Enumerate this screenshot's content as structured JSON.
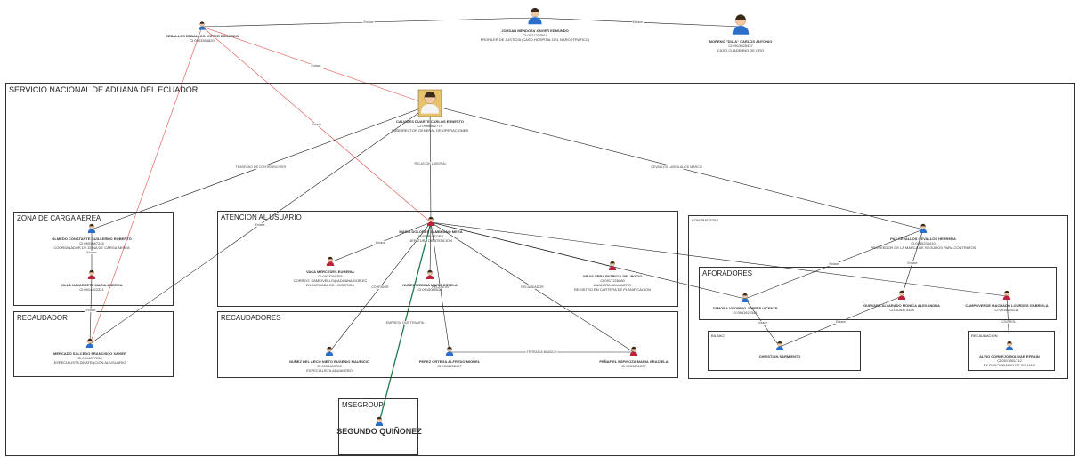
{
  "colors": {
    "male": "#2a6fc9",
    "female": "#c0213a",
    "black_line": "#222222",
    "red_line": "#d9534f",
    "green_line": "#1f7a4a"
  },
  "nodes": {
    "n1": {
      "name": "CEBALLOS ZEBALLOS VICTOR EDUARDO",
      "lines": [
        "CI:0903394820"
      ],
      "icon": "male"
    },
    "n2": {
      "name": "JORDAN MENDOZA XAVIER EDMUNDO",
      "lines": [
        "CI:0921234567",
        "PROFILER DE JUSTICIA (CASO HOSPITAL DEL NARCOTRAFICO)"
      ],
      "icon": "male"
    },
    "n3": {
      "name": "MORENO \"DILIA\" CARLOS ANTONIO",
      "lines": [
        "CI:0913625437",
        "CASO CUADERNO DE ORO"
      ],
      "icon": "male"
    },
    "n4": {
      "name": "CALVIDES DUARTE CARLOS ERNESTO",
      "lines": [
        "CI:0906462779",
        "SUBDIRECTOR GENERAL DE OPERACIONES"
      ],
      "icon": "photo"
    },
    "n5": {
      "name": "OLMEDO CONSTANTE GUILLERMO ROBERTO",
      "lines": [
        "CI:0903687245",
        "COORDINADOR DE ZONA DE CARGA AEREA"
      ],
      "icon": "male"
    },
    "n6": {
      "name": "VILLA NAVARRETE MARIA ANDREA",
      "lines": [
        "CI:0914622321"
      ],
      "icon": "female"
    },
    "n7": {
      "name": "MERCADO SALCEDO FRANCISCO XAVIER",
      "lines": [
        "CI:0914877250",
        "ESPECIALISTA DE ATENCION AL USUARIO"
      ],
      "icon": "male"
    },
    "n8": {
      "name": "MARIA DOLORES ZAMBRANO MERA",
      "lines": [
        "SUPERVISORA",
        "JEFATURA DE ATENCION"
      ],
      "icon": "female"
    },
    "n9": {
      "name": "VACA MERCEDES EUGENIA",
      "lines": [
        "CI:0913261355",
        "CORREO: SAMCIVELLO@ADUANA.GOB.EC",
        "ENCARGADA DE LOGISTICA"
      ],
      "icon": "female"
    },
    "n10": {
      "name": "NUÑEZ MEDINA MARIA ESTELA",
      "lines": [
        "CI:0915080021"
      ],
      "icon": "female"
    },
    "n11": {
      "name": "ARIAS VERA PATRICIA DEL ROCIO",
      "lines": [
        "CI:0917226080",
        "ANALISTA ADUANERO",
        "REGISTRO EN CARTERA DE PLANIFICACION"
      ],
      "icon": "female"
    },
    "n12": {
      "name": "NUÑEZ DEL ARCO NIETO EUGENIO MAURICIO",
      "lines": [
        "CI:0908489765",
        "ESPECIALISTA ADUANERO"
      ],
      "icon": "male"
    },
    "n13": {
      "name": "PEREZ ORTEGA ALFREDO MIGUEL",
      "lines": [
        "CI:0906236497"
      ],
      "icon": "male"
    },
    "n14": {
      "name": "PEÑAFIEL ESPINOZA MARIA GRACIELA",
      "lines": [
        "CI:0913801227"
      ],
      "icon": "female"
    },
    "n15": {
      "name": "SEGUNDO QUIÑONEZ",
      "lines": [],
      "icon": "male"
    },
    "n16": {
      "name": "PAZ CEVALLOS CEVALLOS HERRERA",
      "lines": [
        "CI:0906234410",
        "PROVEEDOR DE LA MARCA DE SEGUROS PARA CONTRATOS"
      ],
      "icon": "male"
    },
    "n17": {
      "name": "ZAMORA VITORINO JOFFRE VICENTE",
      "lines": [
        "CI:0911922341"
      ],
      "icon": "male"
    },
    "n18": {
      "name": "GUEVARA ALVARADO MONICA ALEXANDRA",
      "lines": [
        "CI:0916473328"
      ],
      "icon": "female"
    },
    "n19": {
      "name": "CAMPOVERDE MACHADO LOURDES GABRIELA",
      "lines": [
        "CI:0915220211"
      ],
      "icon": "female"
    },
    "n20": {
      "name": "CHRISTIAN SARMIENTO",
      "lines": [],
      "icon": "male"
    },
    "n21": {
      "name": "ALVIO CORNEJO BOLIVAR EFRAIN",
      "lines": [
        "CI:0913661712",
        "EX FUNCIONARIO DE ADUANA"
      ],
      "icon": "male"
    }
  },
  "groups": {
    "sena": {
      "title": "SERVICIO NACIONAL DE ADUANA DEL ECUADOR"
    },
    "zona": {
      "title": "ZONA DE CARGA AEREA"
    },
    "recA": {
      "title": "RECAUDADOR"
    },
    "aten": {
      "title": "ATENCION AL USUARIO"
    },
    "recS": {
      "title": "RECAUDADORES"
    },
    "mse": {
      "title": "MSEGROUP"
    },
    "contr": {
      "title": "CONTRATISTAS"
    },
    "afor": {
      "title": "AFORADORES"
    },
    "bilbao": {
      "title": "BILBAO"
    },
    "recB": {
      "title": "RECAUDACION"
    }
  },
  "edges": [
    {
      "from": "n1",
      "to": "n2",
      "label": "Enlace",
      "color": "black_line"
    },
    {
      "from": "n2",
      "to": "n3",
      "label": "Enlace",
      "color": "black_line"
    },
    {
      "from": "n4",
      "to": "n1",
      "label": "Enlace",
      "color": "red_line"
    },
    {
      "from": "n8",
      "to": "n1",
      "label": "Enlace",
      "color": "red_line"
    },
    {
      "from": "n7",
      "to": "n1",
      "label": "",
      "color": "red_line"
    },
    {
      "from": "n4",
      "to": "n5",
      "label": "TRASPASO DE CONTENEDORES",
      "color": "black_line"
    },
    {
      "from": "n4",
      "to": "n7",
      "label": "Enlace",
      "color": "black_line"
    },
    {
      "from": "n4",
      "to": "n8",
      "label": "RELACION LABORAL",
      "color": "black_line"
    },
    {
      "from": "n4",
      "to": "n16",
      "label": "CEVALLOS LARGA ALICE MARCO",
      "color": "black_line"
    },
    {
      "from": "n5",
      "to": "n6",
      "label": "Enlace",
      "color": "black_line"
    },
    {
      "from": "n6",
      "to": "n7",
      "label": "Enlace",
      "color": "black_line"
    },
    {
      "from": "n8",
      "to": "n9",
      "label": "Enlace",
      "color": "black_line"
    },
    {
      "from": "n8",
      "to": "n10",
      "label": "",
      "color": "black_line"
    },
    {
      "from": "n8",
      "to": "n11",
      "label": "",
      "color": "black_line"
    },
    {
      "from": "n8",
      "to": "n12",
      "label": "CORRIDOR",
      "color": "black_line"
    },
    {
      "from": "n8",
      "to": "n13",
      "label": "RELACION",
      "color": "black_line"
    },
    {
      "from": "n8",
      "to": "n14",
      "label": "RECAUDADOR",
      "color": "black_line"
    },
    {
      "from": "n8",
      "to": "n17",
      "label": "",
      "color": "black_line"
    },
    {
      "from": "n8",
      "to": "n19",
      "label": "",
      "color": "black_line"
    },
    {
      "from": "n8",
      "to": "n15",
      "label": "EMPRESA QUE TRAMITA",
      "color": "green_line"
    },
    {
      "from": "n13",
      "to": "n14",
      "label": "TERRACIA BLANCO",
      "color": "black_line"
    },
    {
      "from": "n16",
      "to": "n17",
      "label": "Enlace",
      "color": "black_line"
    },
    {
      "from": "n16",
      "to": "n18",
      "label": "Enlace",
      "color": "black_line"
    },
    {
      "from": "n17",
      "to": "n20",
      "label": "Enlace",
      "color": "black_line"
    },
    {
      "from": "n18",
      "to": "n20",
      "label": "Enlace",
      "color": "black_line"
    },
    {
      "from": "n19",
      "to": "n21",
      "label": "CONTROL",
      "color": "black_line"
    }
  ]
}
